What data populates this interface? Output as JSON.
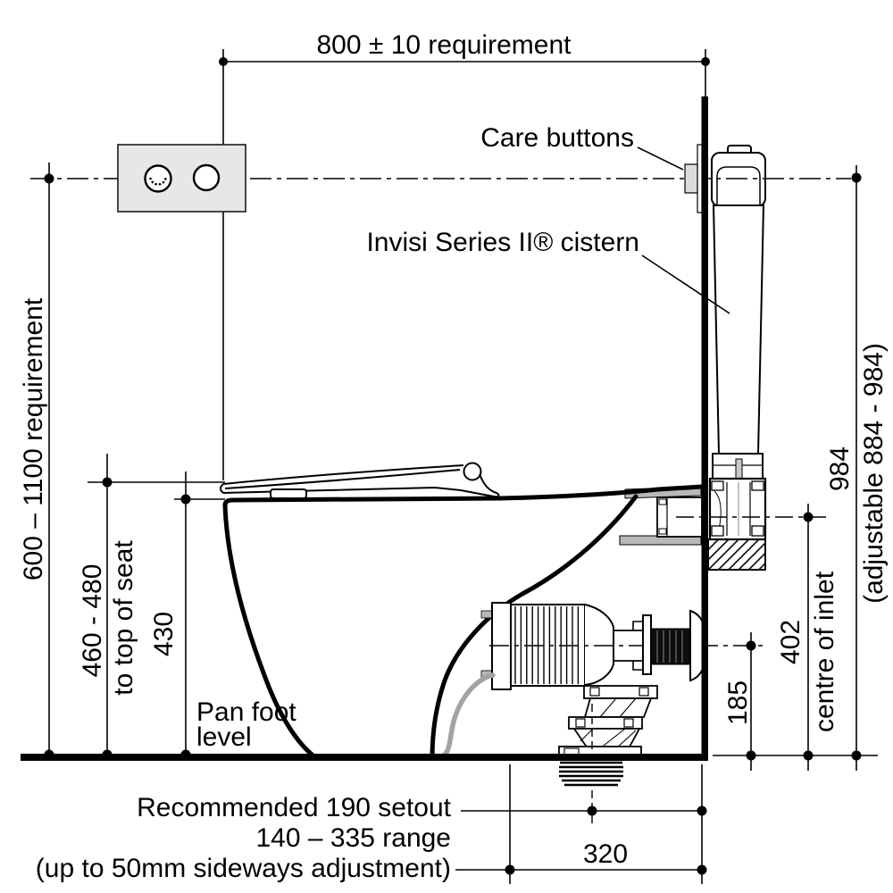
{
  "drawing": {
    "title": "Invisi Series II cistern and pan installation dimensions",
    "units": "mm"
  },
  "labels": {
    "top_dim": "800 ± 10 requirement",
    "care_buttons": "Care buttons",
    "cistern": "Invisi Series II® cistern",
    "height_requirement": "600 – 1100 requirement",
    "seat_height_range": "460 - 480",
    "seat_height_suffix": "to top of seat",
    "pan_height": "430",
    "pan_foot_line1": "Pan foot",
    "pan_foot_line2": "level",
    "outlet_offset": "185",
    "inlet_height": "402",
    "inlet_label": "centre of inlet",
    "button_height": "984",
    "button_height_note": "(adjustable 884 - 984)",
    "setout_line1": "Recommended 190 setout",
    "setout_line2": "140 – 335 range",
    "setout_line3": "(up to 50mm sideways adjustment)",
    "setout_width": "320"
  },
  "dimensions_mm": {
    "button_centre_to_seat_front": "800 ± 10",
    "button_height_range": "600 – 1100",
    "seat_top_height": "460 - 480",
    "pan_rim_height": 430,
    "button_plate_height": 984,
    "button_plate_adjustable": "884 - 984",
    "inlet_centre_height": 402,
    "outlet_connector_height": 185,
    "recommended_setout": 190,
    "setout_range": "140 – 335",
    "sideways_adjustment": "up to 50mm",
    "outlet_centre_to_wall": 320
  },
  "colors": {
    "line": "#000000",
    "panel_gray": "#e7e7e7",
    "hardware_gray": "#b8b8b8",
    "hose_gray": "#a3a3a3",
    "background": "#ffffff"
  }
}
